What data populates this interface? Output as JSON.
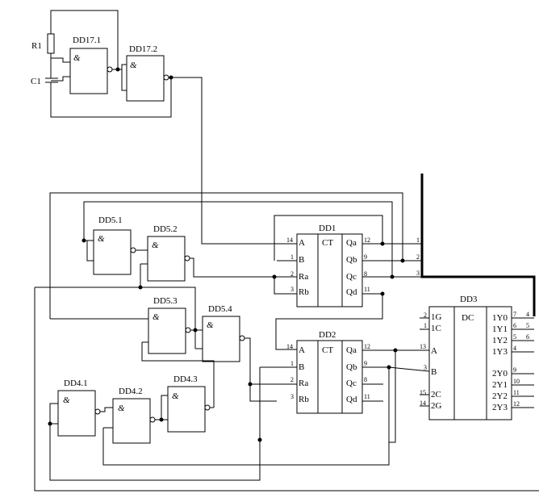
{
  "components": {
    "r1": "R1",
    "c1": "C1",
    "dd17_1": "DD17.1",
    "dd17_2": "DD17.2",
    "dd5_1": "DD5.1",
    "dd5_2": "DD5.2",
    "dd5_3": "DD5.3",
    "dd5_4": "DD5.4",
    "dd4_1": "DD4.1",
    "dd4_2": "DD4.2",
    "dd4_3": "DD4.3",
    "dd1": "DD1",
    "dd2": "DD2",
    "dd3": "DD3"
  },
  "gate_symbol": "&",
  "counter": {
    "function": "CT",
    "inputs": [
      "A",
      "B",
      "Ra",
      "Rb"
    ],
    "outputs": [
      "Qa",
      "Qb",
      "Qc",
      "Qd"
    ],
    "input_pins": [
      "14",
      "1",
      "2",
      "3"
    ],
    "output_pins": [
      "12",
      "9",
      "8",
      "11"
    ]
  },
  "decoder": {
    "function": "DC",
    "inputs": [
      "1G",
      "1C",
      "A",
      "B",
      "2C",
      "2G"
    ],
    "input_pins": [
      "2",
      "1",
      "13",
      "3",
      "15",
      "14"
    ],
    "outputs": [
      "1Y0",
      "1Y1",
      "1Y2",
      "1Y3",
      "2Y0",
      "2Y1",
      "2Y2",
      "2Y3"
    ],
    "output_pins": [
      "7",
      "6",
      "5",
      "4",
      "9",
      "10",
      "11",
      "12"
    ]
  },
  "bus_pins": {
    "in": [
      "1",
      "2",
      "3"
    ],
    "out": [
      "4",
      "5",
      "6"
    ]
  }
}
